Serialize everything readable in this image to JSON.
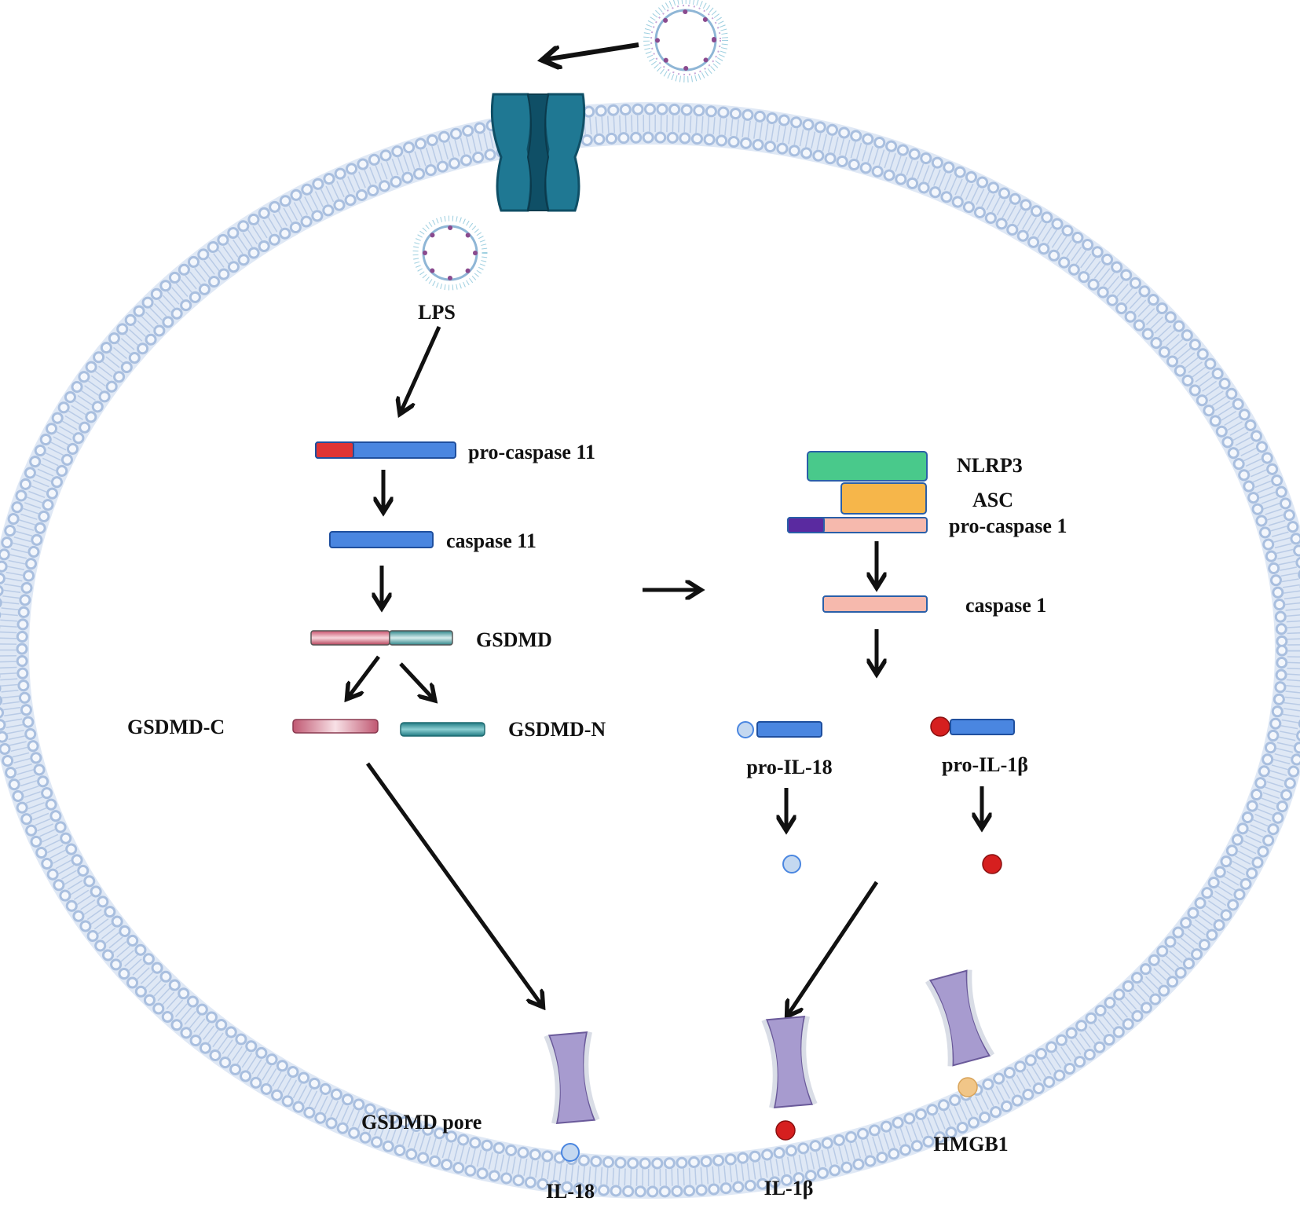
{
  "labels": {
    "lps": "LPS",
    "pro_caspase_11": "pro-caspase 11",
    "caspase_11": "caspase 11",
    "gsdmd": "GSDMD",
    "gsdmd_c": "GSDMD-C",
    "gsdmd_n": "GSDMD-N",
    "nlrp3": "NLRP3",
    "asc": "ASC",
    "pro_caspase_1": "pro-caspase 1",
    "caspase_1": "caspase 1",
    "pro_il_18": "pro-IL-18",
    "pro_il_1b": "pro-IL-1β",
    "gsdmd_pore": "GSDMD pore",
    "il_18": "IL-18",
    "il_1b": "IL-1β",
    "hmgb1": "HMGB1"
  },
  "colors": {
    "membrane": "#a9bfdf",
    "membrane_fill": "#dfe8f5",
    "receptor": "#1f7893",
    "receptor_dark": "#0f4f66",
    "caspase_blue": "#4a86e0",
    "card_red": "#e03434",
    "nlrp3_green": "#49c98b",
    "asc_orange": "#f6b64a",
    "caspase1_pink": "#f6b9ad",
    "card_purple": "#5a2aa0",
    "gsdmd_red": "#b5435a",
    "gsdmd_teal": "#3f9498",
    "il18_blue": "#c4d8f0",
    "il1b_red": "#d61f1f",
    "hmgb1_orange": "#f1c688",
    "pore_purple": "#a79bcf"
  }
}
